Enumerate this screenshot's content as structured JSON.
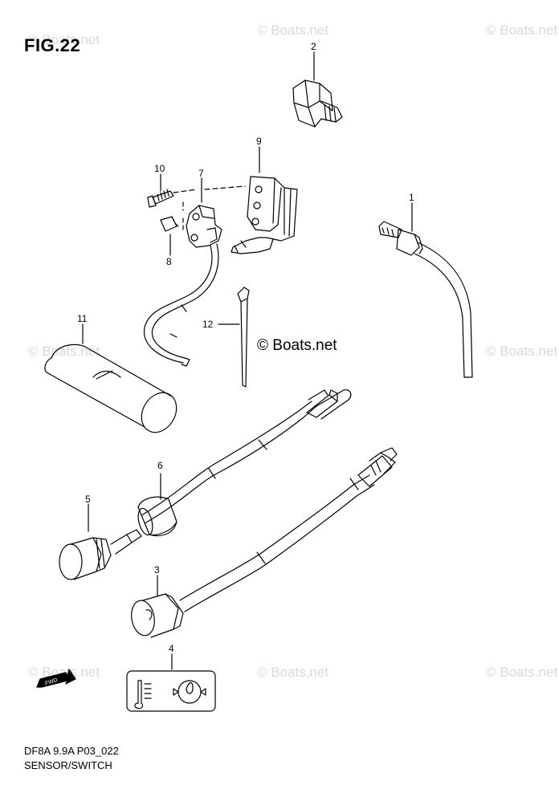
{
  "figure": {
    "title": "FIG.22",
    "model_code": "DF8A 9.9A P03_022",
    "caption": "SENSOR/SWITCH",
    "brand_text": "© Boats.net",
    "watermark_text": "© Boats.net"
  },
  "callouts": [
    "1",
    "2",
    "3",
    "4",
    "5",
    "6",
    "7",
    "8",
    "9",
    "10",
    "11",
    "12"
  ],
  "fwd_label": "FWD",
  "colors": {
    "line": "#000000",
    "watermark": "#d9d9d9",
    "background": "#ffffff"
  }
}
